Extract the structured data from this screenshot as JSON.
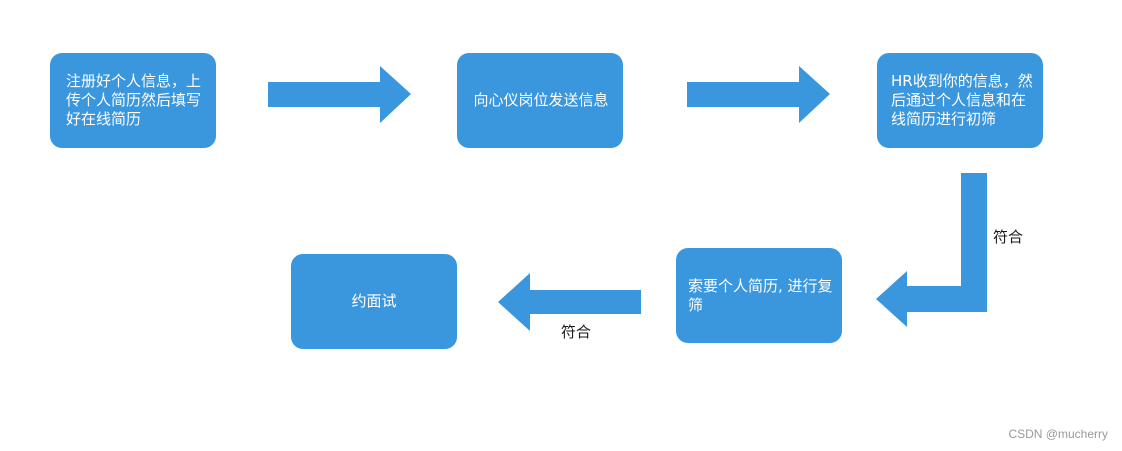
{
  "nodes": {
    "register": {
      "text": "注册好个人信息，上传个人简历然后填写好在线简历"
    },
    "send": {
      "text": "向心仪岗位发送信息"
    },
    "hr": {
      "text": "HR收到你的信息，然后通过个人信息和在线简历进行初筛"
    },
    "request": {
      "text": "索要个人简历, 进行复筛"
    },
    "interview": {
      "text": "约面试"
    }
  },
  "edges": {
    "hr_to_request": {
      "label": "符合"
    },
    "request_to_interview": {
      "label": "符合"
    }
  },
  "watermark": "CSDN @mucherry",
  "colors": {
    "node_fill": "#3a96dd",
    "arrow_fill": "#3a96dd",
    "node_text": "#ffffff"
  }
}
